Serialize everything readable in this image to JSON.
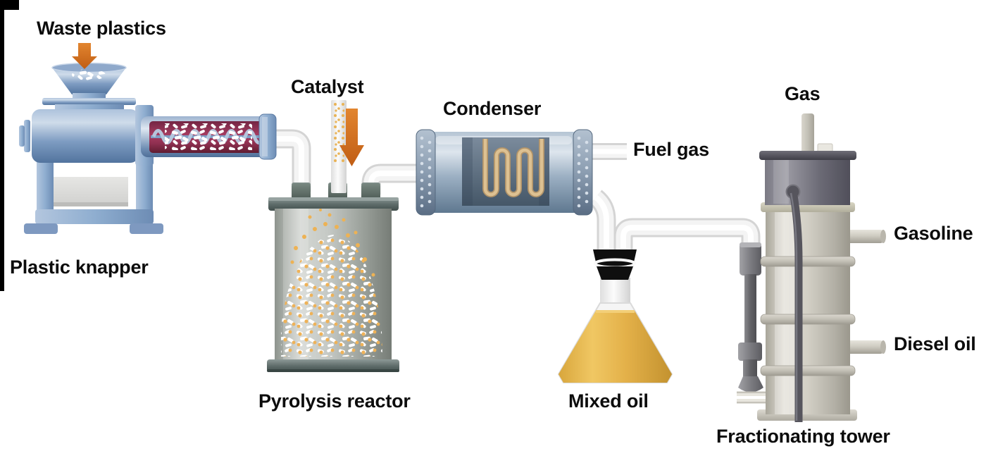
{
  "diagram": {
    "labels": {
      "waste_plastics": "Waste plastics",
      "plastic_knapper": "Plastic knapper",
      "catalyst": "Catalyst",
      "pyrolysis_reactor": "Pyrolysis reactor",
      "condenser": "Condenser",
      "fuel_gas": "Fuel gas",
      "mixed_oil": "Mixed oil",
      "gas": "Gas",
      "gasoline": "Gasoline",
      "diesel_oil": "Diesel oil",
      "fractionating_tower": "Fractionating tower"
    },
    "icons": {
      "waste_plastics_arrow": "down-arrow",
      "catalyst_arrow": "down-arrow"
    },
    "colors": {
      "arrow_orange": "#c9661c",
      "machine_blue": "#7e9cc0",
      "shredder_chamber_maroon": "#a23a5f",
      "reactor_gray": "#b8bcb8",
      "flange_slate": "#5c6a68",
      "condenser_blue_gray": "#9fb3c8",
      "coil_tan": "#d8bc8e",
      "oil_gold": "#e3af45",
      "tower_beige": "#d3d0c6",
      "tower_cap_gray": "#716f7a",
      "pipe_white": "#f2f2f2",
      "label_text": "#0c0c0c"
    }
  }
}
